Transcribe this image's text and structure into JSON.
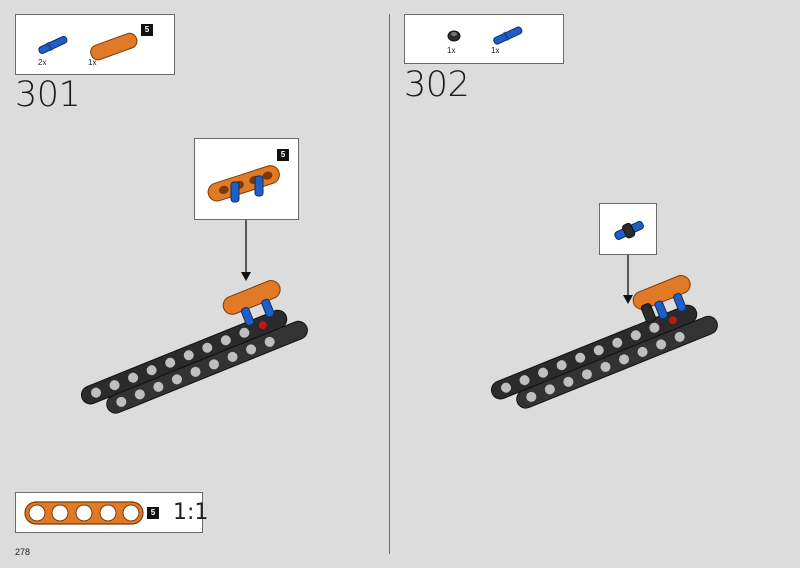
{
  "page_number": "278",
  "len_badge": "5",
  "scale_label": "1:1",
  "steps": [
    {
      "number": "301",
      "parts": [
        {
          "qty": "2x"
        },
        {
          "qty": "1x"
        }
      ]
    },
    {
      "number": "302",
      "parts": [
        {
          "qty": "1x"
        },
        {
          "qty": "1x"
        }
      ]
    }
  ],
  "colors": {
    "orange": "#e07a26",
    "blue": "#1f5fc4",
    "dark_gray": "#2b2b2b",
    "light_gray": "#bfbfbf",
    "red": "#c01818",
    "background": "#dcdcdc"
  }
}
